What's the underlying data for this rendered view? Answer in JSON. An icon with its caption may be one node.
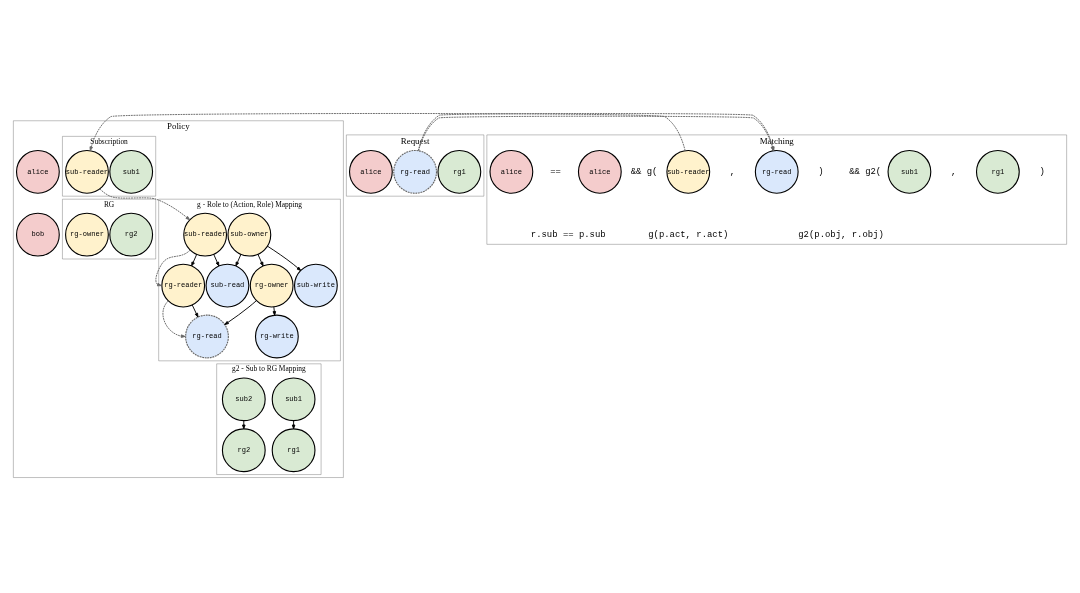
{
  "diagram": {
    "nodes": [
      {
        "text": [
          "Policy"
        ]
      },
      {
        "text": [
          "Request"
        ]
      },
      {
        "text": [
          "Matching"
        ]
      },
      {
        "text": [
          "Subscription"
        ],
        "in": 0
      },
      {
        "text": [
          "RG"
        ],
        "in": 0
      },
      {
        "text": [
          "alice"
        ],
        "in": 0
      },
      {
        "text": [
          "bob"
        ],
        "in": 0
      },
      {
        "text": [
          "sub-reader"
        ],
        "in": 3
      },
      {
        "text": [
          "sub1"
        ],
        "in": 3
      },
      {
        "text": [
          "rg-owner"
        ],
        "in": 4
      },
      {
        "text": [
          "rg2"
        ],
        "in": 4
      },
      {
        "text": [
          "g - Role to (Action, Role) Mapping"
        ],
        "in": 0
      },
      {
        "text": [
          "sub-reader"
        ],
        "in": 11
      },
      {
        "text": [
          "sub-owner"
        ],
        "in": 11
      },
      {
        "text": [
          "sub-read"
        ],
        "in": 11
      },
      {
        "text": [
          "sub-write"
        ],
        "in": 11
      },
      {
        "text": [
          "rg-reader"
        ],
        "in": 11
      },
      {
        "text": [
          "rg-owner"
        ],
        "in": 11
      },
      {
        "text": [
          "rg-read"
        ],
        "in": 11
      },
      {
        "text": [
          "rg-write"
        ],
        "in": 11
      },
      {
        "text": [
          "g2 - Sub to RG Mapping"
        ],
        "in": 0
      },
      {
        "text": [
          "sub1"
        ],
        "in": 20
      },
      {
        "text": [
          "sub2"
        ],
        "in": 20
      },
      {
        "text": [
          "rg1"
        ],
        "in": 20
      },
      {
        "text": [
          "rg2"
        ],
        "in": 20
      },
      {
        "text": [
          "alice"
        ],
        "in": 1
      },
      {
        "text": [
          "rg-read"
        ],
        "in": 1
      },
      {
        "text": [
          "rg1"
        ],
        "in": 1
      },
      {
        "text": [
          "alice"
        ],
        "in": 2
      },
      {
        "text": [
          "alice"
        ],
        "in": 2
      },
      {
        "text": [
          "sub-reader"
        ],
        "in": 2
      },
      {
        "text": [
          "rg-read"
        ],
        "in": 2
      },
      {
        "text": [
          "sub1"
        ],
        "in": 2
      },
      {
        "text": [
          "rg1"
        ],
        "in": 2
      }
    ],
    "edges": [
      {
        "from": 26,
        "to": 31,
        "arrow": "to",
        "style": "dashed",
        "color": "#666666"
      },
      {
        "from": 30,
        "to": 7,
        "arrow": "to",
        "style": "dashed",
        "color": "#666666"
      },
      {
        "from": 7,
        "to": 12,
        "arrow": "to",
        "style": "dashed",
        "color": "#666666"
      },
      {
        "from": 12,
        "to": 16,
        "arrow": "to",
        "style": "dashed",
        "color": "#666666"
      },
      {
        "from": 16,
        "to": 18,
        "arrow": "to",
        "style": "dashed",
        "color": "#666666"
      },
      {
        "from": 12,
        "to": 16,
        "arrow": "to"
      },
      {
        "from": 12,
        "to": 14,
        "arrow": "to"
      },
      {
        "from": 13,
        "to": 14,
        "arrow": "to"
      },
      {
        "from": 13,
        "to": 15,
        "arrow": "to"
      },
      {
        "from": 13,
        "to": 17,
        "arrow": "to"
      },
      {
        "from": 16,
        "to": 18,
        "arrow": "to"
      },
      {
        "from": 17,
        "to": 18,
        "arrow": "to"
      },
      {
        "from": 17,
        "to": 19,
        "arrow": "to"
      },
      {
        "from": 21,
        "to": 23,
        "arrow": "to"
      },
      {
        "from": 22,
        "to": 24,
        "arrow": "to"
      }
    ],
    "labels": [
      "==",
      "&& g(",
      ",",
      ")",
      "&& g2(",
      ",",
      ")",
      "r.sub == p.sub",
      "g(p.act, r.act)",
      "g2(p.obj, r.obj)"
    ]
  }
}
